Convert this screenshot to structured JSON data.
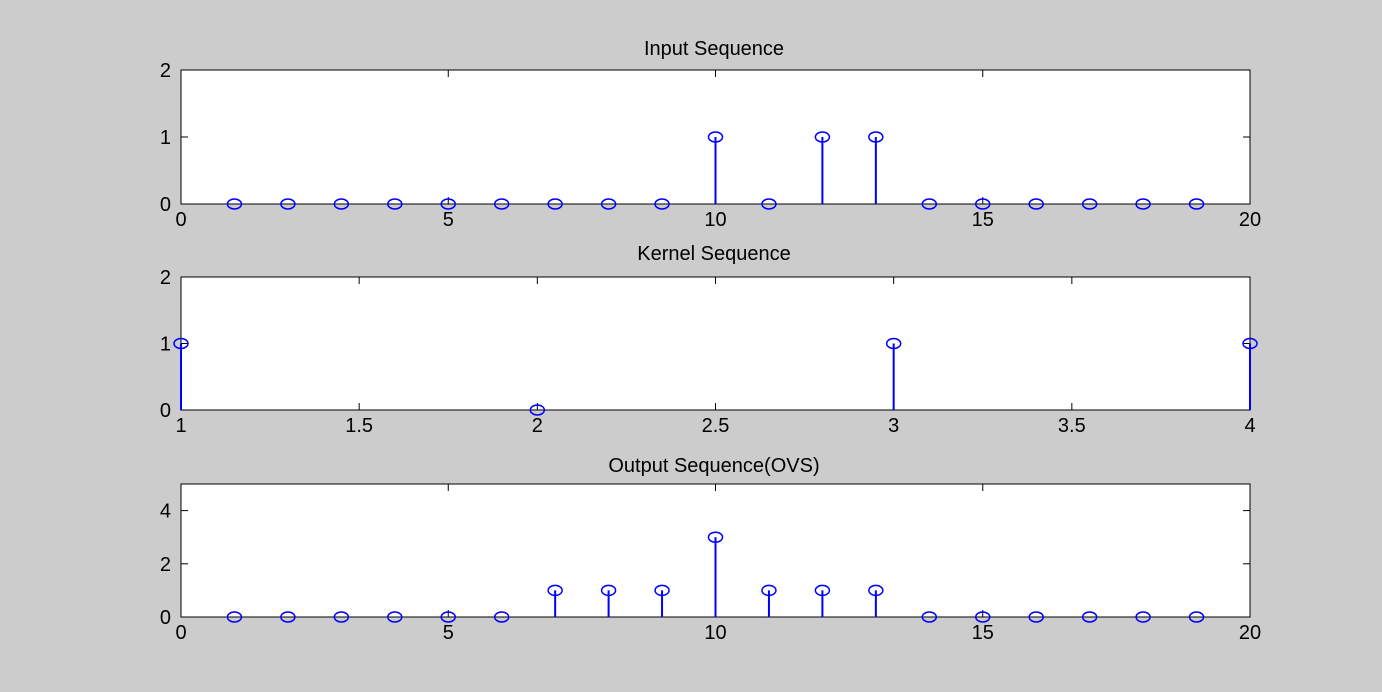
{
  "chart_data": [
    {
      "type": "stem",
      "title": "Input Sequence",
      "xlim": [
        0,
        20
      ],
      "ylim": [
        0,
        2
      ],
      "xticks": [
        0,
        5,
        10,
        15,
        20
      ],
      "yticks": [
        0,
        1,
        2
      ],
      "xtick_labels": [
        "0",
        "5",
        "10",
        "15",
        "20"
      ],
      "ytick_labels": [
        "0",
        "1",
        "2"
      ],
      "x": [
        1,
        2,
        3,
        4,
        5,
        6,
        7,
        8,
        9,
        10,
        11,
        12,
        13,
        14,
        15,
        16,
        17,
        18,
        19
      ],
      "y": [
        0,
        0,
        0,
        0,
        0,
        0,
        0,
        0,
        0,
        1,
        0,
        1,
        1,
        0,
        0,
        0,
        0,
        0,
        0
      ],
      "color": "#0000ff",
      "marker": "circle",
      "grid": false
    },
    {
      "type": "stem",
      "title": "Kernel Sequence",
      "xlim": [
        1,
        4
      ],
      "ylim": [
        0,
        2
      ],
      "xticks": [
        1,
        1.5,
        2,
        2.5,
        3,
        3.5,
        4
      ],
      "yticks": [
        0,
        1,
        2
      ],
      "xtick_labels": [
        "1",
        "1.5",
        "2",
        "2.5",
        "3",
        "3.5",
        "4"
      ],
      "ytick_labels": [
        "0",
        "1",
        "2"
      ],
      "x": [
        1,
        2,
        3,
        4
      ],
      "y": [
        1,
        0,
        1,
        1
      ],
      "color": "#0000ff",
      "marker": "circle",
      "grid": false
    },
    {
      "type": "stem",
      "title": "Output Sequence(OVS)",
      "xlim": [
        0,
        20
      ],
      "ylim": [
        0,
        5
      ],
      "xticks": [
        0,
        5,
        10,
        15,
        20
      ],
      "yticks": [
        0,
        2,
        4
      ],
      "xtick_labels": [
        "0",
        "5",
        "10",
        "15",
        "20"
      ],
      "ytick_labels": [
        "0",
        "2",
        "4"
      ],
      "x": [
        1,
        2,
        3,
        4,
        5,
        6,
        7,
        8,
        9,
        10,
        11,
        12,
        13,
        14,
        15,
        16,
        17,
        18,
        19
      ],
      "y": [
        0,
        0,
        0,
        0,
        0,
        0,
        1,
        1,
        1,
        3,
        1,
        1,
        1,
        0,
        0,
        0,
        0,
        0,
        0
      ],
      "color": "#0000ff",
      "marker": "circle",
      "grid": false
    }
  ],
  "colors": {
    "figure_background": "#cccccc",
    "axes_background": "#ffffff",
    "stem": "#0000ff"
  }
}
